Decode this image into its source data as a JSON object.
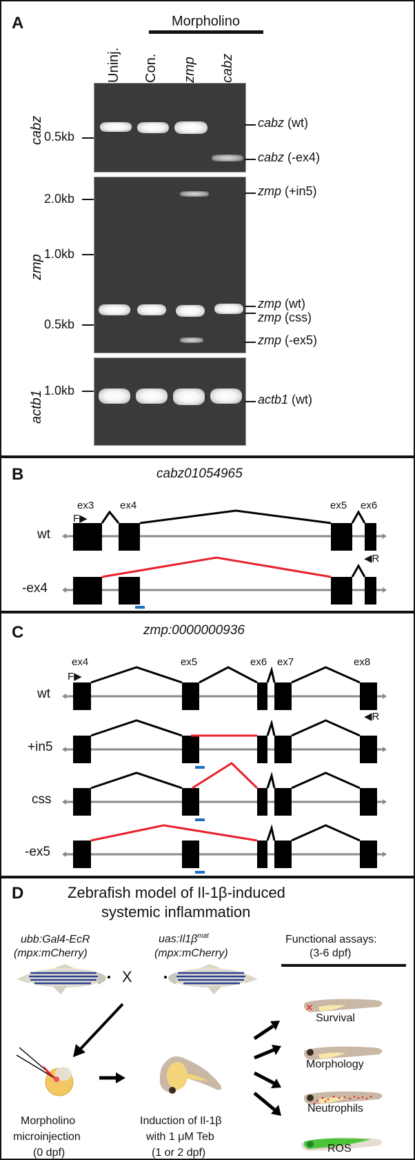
{
  "panelA": {
    "letter": "A",
    "group_label": "Morpholino",
    "lanes": [
      {
        "label": "Uninj.",
        "italic": false
      },
      {
        "label": "Con.",
        "italic": false
      },
      {
        "label": "zmp",
        "italic": true
      },
      {
        "label": "cabz",
        "italic": true
      }
    ],
    "gels": [
      {
        "gene": "cabz",
        "markers": [
          "0.5kb"
        ],
        "products": [
          {
            "gene": "cabz",
            "suffix": " (wt)"
          },
          {
            "gene": "cabz",
            "suffix": " (-ex4)"
          }
        ]
      },
      {
        "gene": "zmp",
        "markers": [
          "2.0kb",
          "1.0kb",
          "0.5kb"
        ],
        "products": [
          {
            "gene": "zmp",
            "suffix": " (+in5)"
          },
          {
            "gene": "zmp",
            "suffix": " (wt)"
          },
          {
            "gene": "zmp",
            "suffix": " (css)"
          },
          {
            "gene": "zmp",
            "suffix": " (-ex5)"
          }
        ]
      },
      {
        "gene": "actb1",
        "markers": [
          "1.0kb"
        ],
        "products": [
          {
            "gene": "actb1",
            "suffix": " (wt)"
          }
        ]
      }
    ]
  },
  "panelB": {
    "letter": "B",
    "title": "cabz01054965",
    "exons": [
      "ex3",
      "ex4",
      "ex5",
      "ex6"
    ],
    "forward_primer": "F",
    "reverse_primer": "R",
    "rows": [
      "wt",
      "-ex4"
    ]
  },
  "panelC": {
    "letter": "C",
    "title": "zmp:0000000936",
    "exons": [
      "ex4",
      "ex5",
      "ex6",
      "ex7",
      "ex8"
    ],
    "forward_primer": "F",
    "reverse_primer": "R",
    "rows": [
      "wt",
      "+in5",
      "css",
      "-ex5"
    ]
  },
  "panelD": {
    "letter": "D",
    "title_line1": "Zebrafish model of Il-1β-induced",
    "title_line2": "systemic inflammation",
    "parent1_line1": "ubb:Gal4-EcR",
    "parent1_line2": "(mpx:mCherry)",
    "parent2_line1": "uas:Il1β",
    "parent2_sup": "mat",
    "parent2_line2": "(mpx:mCherry)",
    "cross_symbol": "X",
    "assays_title_line1": "Functional assays:",
    "assays_title_line2": "(3-6 dpf)",
    "step1": [
      "Morpholino",
      "microinjection",
      "(0 dpf)"
    ],
    "step2": [
      "Induction of Il-1β",
      "with 1 μM Teb",
      "(1 or 2 dpf)"
    ],
    "assays": [
      "Survival",
      "Morphology",
      "Neutrophils",
      "ROS"
    ]
  },
  "colors": {
    "splice_normal": "#000000",
    "splice_aberrant": "#e8202a",
    "morpholino_target": "#1e6fc0",
    "intron_line": "#8a8a8a",
    "gel_bg": "#3a3a3a",
    "ros_green": "#4cc43a"
  }
}
